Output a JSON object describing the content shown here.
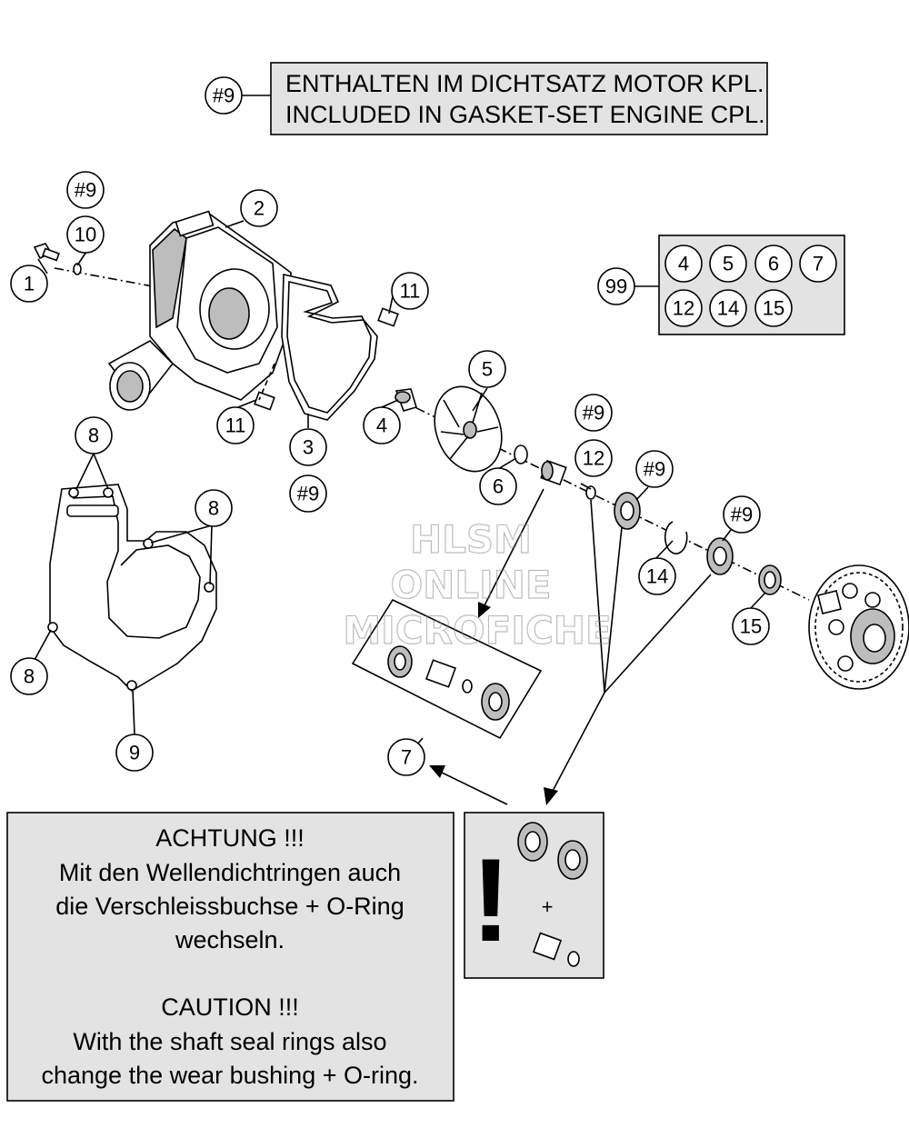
{
  "legend": {
    "ref": "#9",
    "line1": "ENTHALTEN IM DICHTSATZ MOTOR KPL.",
    "line2": "INCLUDED IN GASKET-SET ENGINE CPL."
  },
  "set": {
    "ref": "99",
    "items": [
      "4",
      "5",
      "6",
      "7",
      "12",
      "14",
      "15"
    ]
  },
  "callouts": [
    {
      "id": "c-9a",
      "label": "#9"
    },
    {
      "id": "c-10",
      "label": "10"
    },
    {
      "id": "c-1",
      "label": "1"
    },
    {
      "id": "c-2",
      "label": "2"
    },
    {
      "id": "c-11a",
      "label": "11"
    },
    {
      "id": "c-11b",
      "label": "11"
    },
    {
      "id": "c-3",
      "label": "3"
    },
    {
      "id": "c-9b",
      "label": "#9"
    },
    {
      "id": "c-5",
      "label": "5"
    },
    {
      "id": "c-4",
      "label": "4"
    },
    {
      "id": "c-9c",
      "label": "#9"
    },
    {
      "id": "c-12",
      "label": "12"
    },
    {
      "id": "c-6",
      "label": "6"
    },
    {
      "id": "c-9d",
      "label": "#9"
    },
    {
      "id": "c-9e",
      "label": "#9"
    },
    {
      "id": "c-14",
      "label": "14"
    },
    {
      "id": "c-15",
      "label": "15"
    },
    {
      "id": "c-7",
      "label": "7"
    },
    {
      "id": "c-8a",
      "label": "8"
    },
    {
      "id": "c-8b",
      "label": "8"
    },
    {
      "id": "c-8c",
      "label": "8"
    },
    {
      "id": "c-9f",
      "label": "9"
    }
  ],
  "notice": {
    "de_title": "ACHTUNG !!!",
    "de_line1": "Mit den Wellendichtringen auch",
    "de_line2": "die Verschleissbuchse + O-Ring",
    "de_line3": "wechseln.",
    "en_title": "CAUTION !!!",
    "en_line1": "With the shaft seal rings also",
    "en_line2": "change the wear bushing + O-ring."
  },
  "warning_box": {
    "exclamation": "!",
    "plus": "+"
  },
  "watermark": {
    "line1": "HLSM",
    "line2": "ONLINE",
    "line3": "MICROFICHE"
  }
}
